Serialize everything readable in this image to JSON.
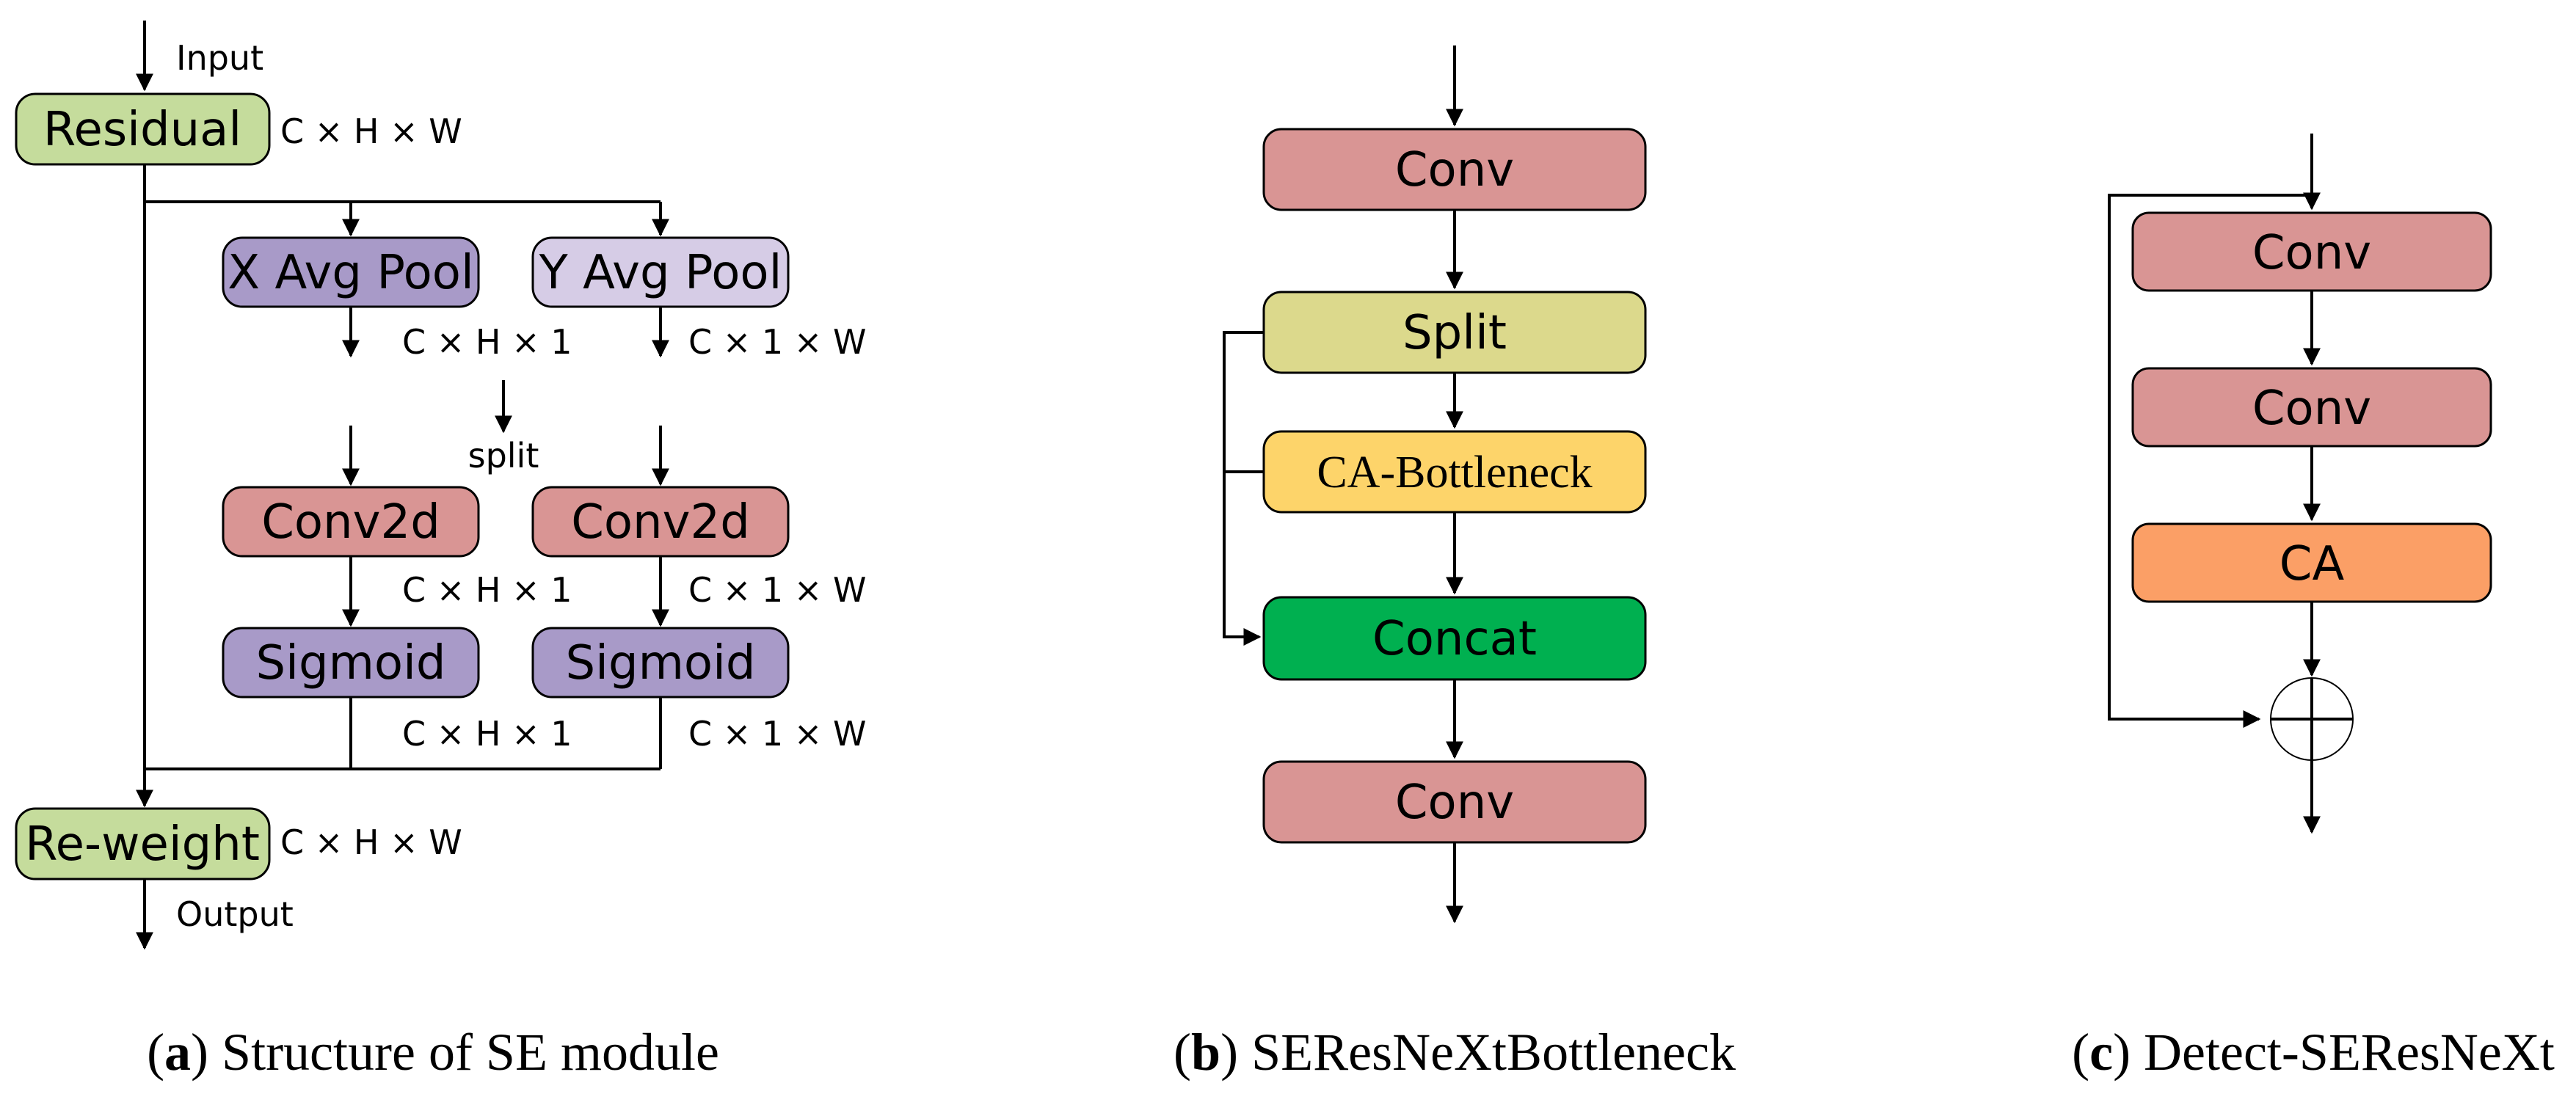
{
  "colors": {
    "residual": "#c5dc9c",
    "x_avg_pool": "#a89ac8",
    "y_avg_pool": "#d6cce6",
    "conv": "#d99594",
    "sigmoid": "#a89ac8",
    "split": "#dcd98c",
    "ca_bottleneck": "#fdd46a",
    "concat": "#00b050",
    "ca": "#fb9f66"
  },
  "panel_a": {
    "input_label": "Input",
    "output_label": "Output",
    "split_label": "split",
    "residual": "Residual",
    "x_avg_pool": "X Avg Pool",
    "y_avg_pool": "Y Avg Pool",
    "conv2d_left": "Conv2d",
    "conv2d_right": "Conv2d",
    "sigmoid_left": "Sigmoid",
    "sigmoid_right": "Sigmoid",
    "reweight": "Re-weight",
    "dim_residual": "C × H × W",
    "dim_xpool": "C × H × 1",
    "dim_ypool": "C × 1 × W",
    "dim_conv_left": "C × H × 1",
    "dim_conv_right": "C × 1 × W",
    "dim_sig_left": "C × H × 1",
    "dim_sig_right": "C × 1 × W",
    "dim_reweight": "C × H × W",
    "caption_letter": "a",
    "caption_text": " Structure of SE module"
  },
  "panel_b": {
    "conv_top": "Conv",
    "split": "Split",
    "ca_bottleneck": "CA-Bottleneck",
    "concat": "Concat",
    "conv_bottom": "Conv",
    "caption_letter": "b",
    "caption_text": " SEResNeXtBottleneck"
  },
  "panel_c": {
    "conv1": "Conv",
    "conv2": "Conv",
    "ca": "CA",
    "caption_letter": "c",
    "caption_text": " Detect-SEResNeXt"
  }
}
